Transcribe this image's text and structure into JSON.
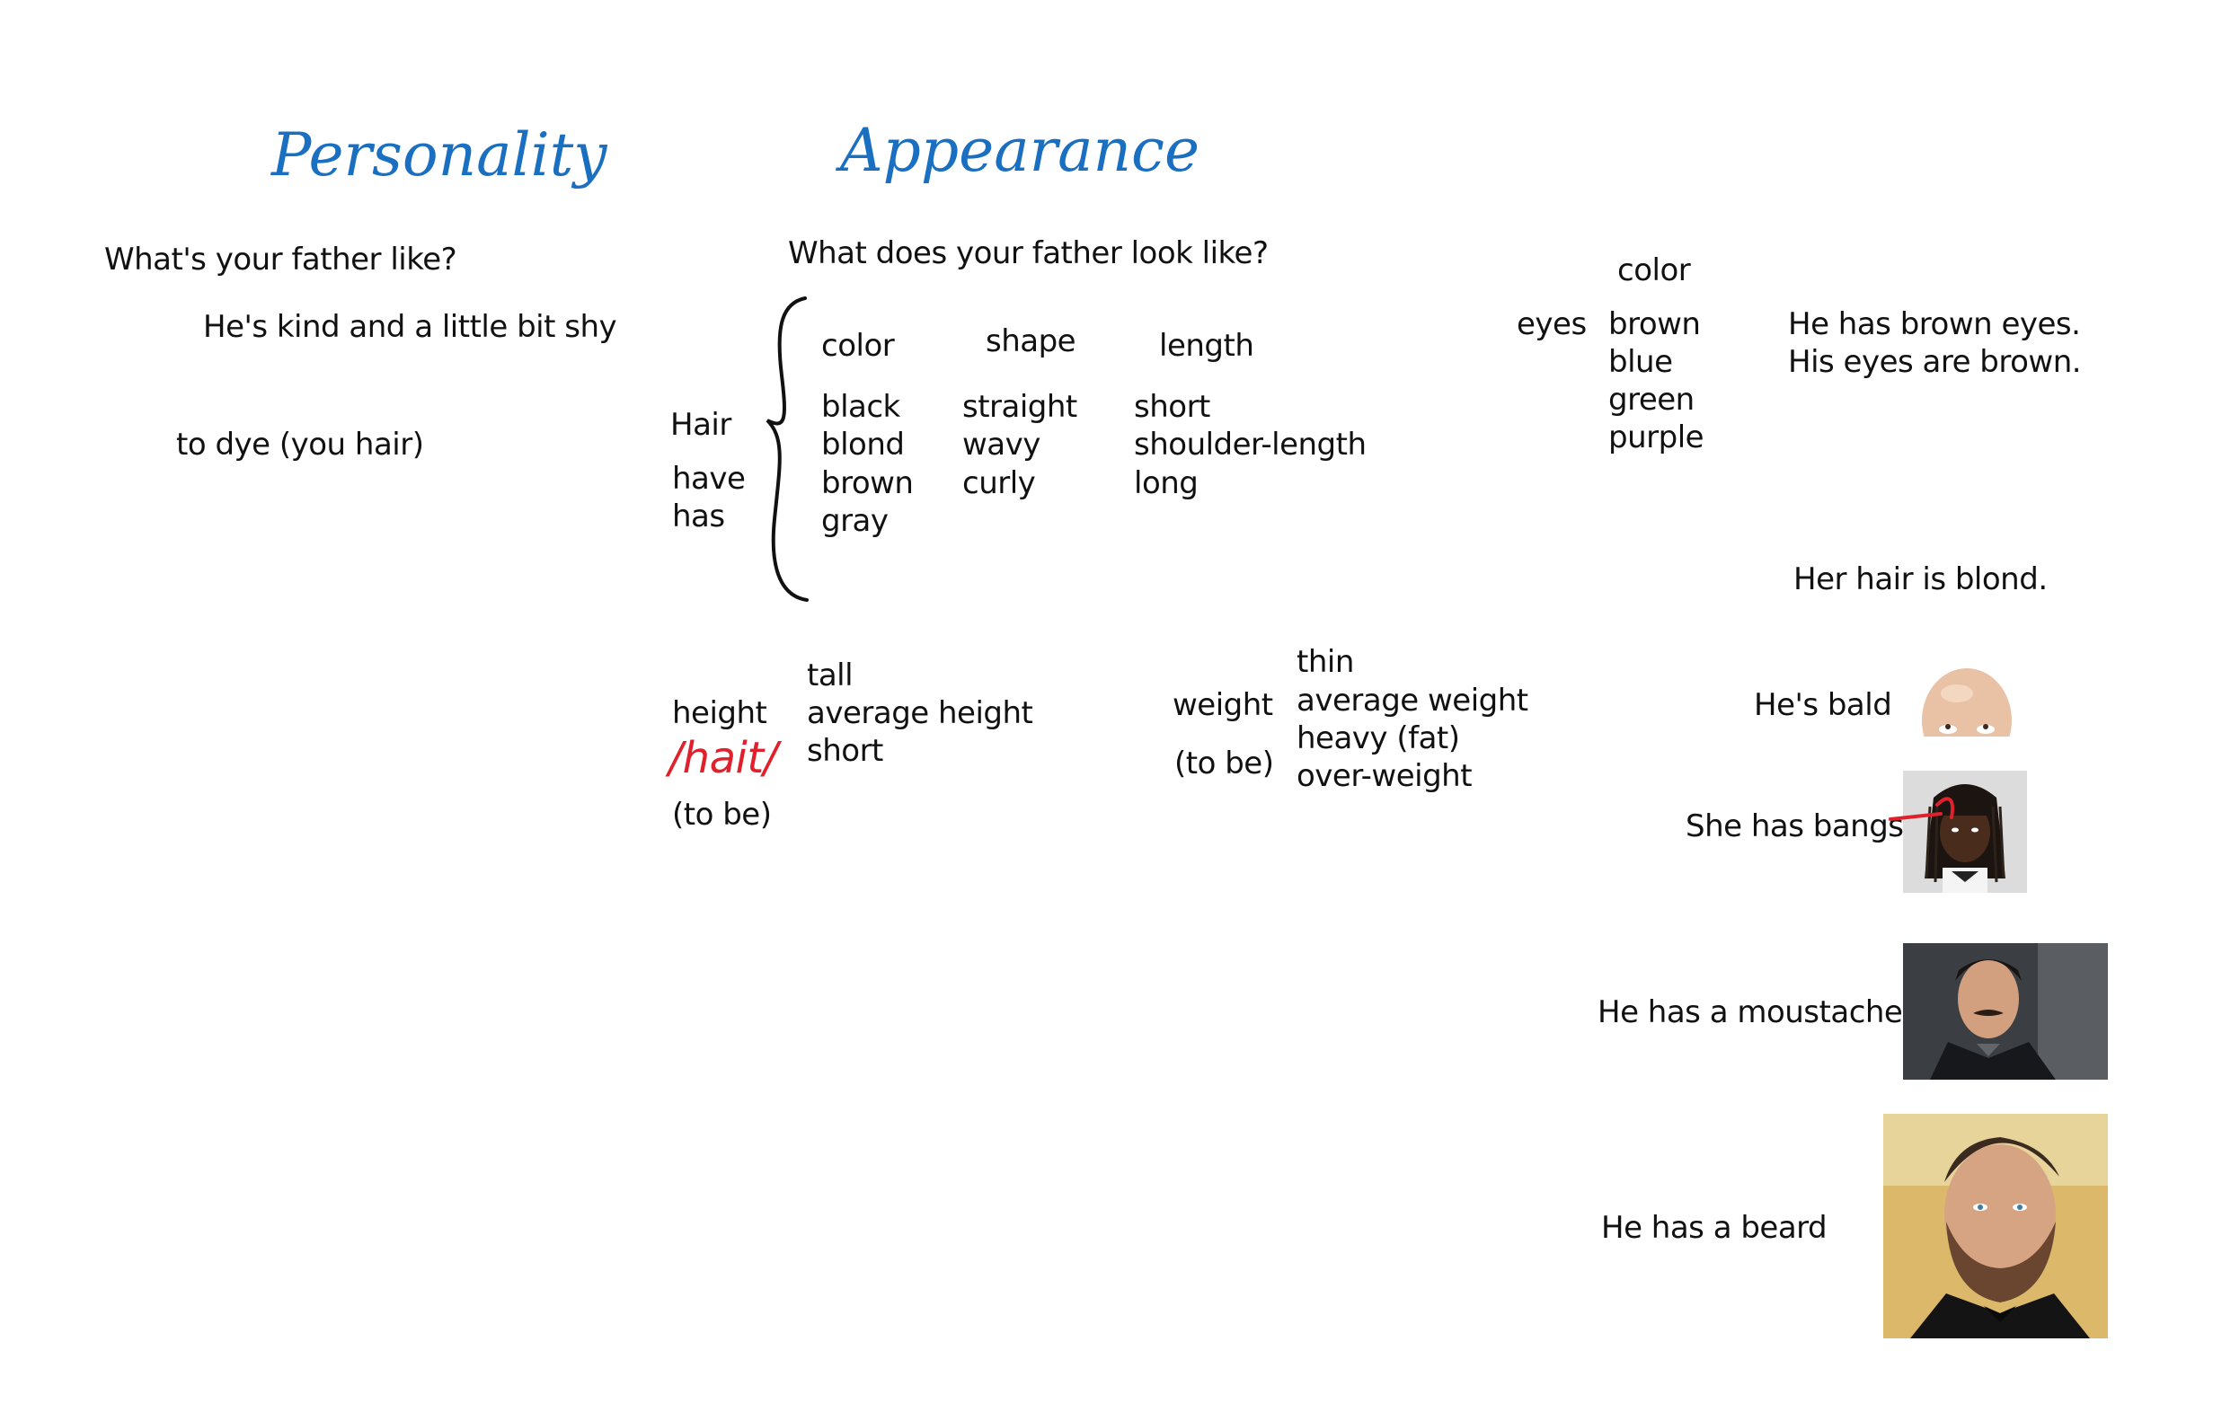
{
  "headings": {
    "personality": "Personality",
    "appearance": "Appearance"
  },
  "personality": {
    "question": "What's your father like?",
    "answer": "He's kind and a little bit shy",
    "dye": "to dye (you hair)"
  },
  "appearance": {
    "question": "What does your father look like?",
    "hair": {
      "label": "Hair",
      "verbs": [
        "have",
        "has"
      ],
      "headers": {
        "color": "color",
        "shape": "shape",
        "length": "length"
      },
      "colors": [
        "black",
        "blond",
        "brown",
        "gray"
      ],
      "shapes": [
        "straight",
        "wavy",
        "curly"
      ],
      "lengths": [
        "short",
        "shoulder-length",
        "long"
      ]
    },
    "height": {
      "label": "height",
      "phonetic": "/hait/",
      "verb": "(to be)",
      "values": [
        "tall",
        "average height",
        "short"
      ]
    },
    "weight": {
      "label": "weight",
      "verb": "(to be)",
      "values": [
        "thin",
        "average weight",
        "heavy (fat)",
        "over-weight"
      ]
    },
    "eyes": {
      "label": "eyes",
      "header": "color",
      "colors": [
        "brown",
        "blue",
        "green",
        "purple"
      ],
      "examples": [
        "He has brown eyes.",
        "His eyes are brown."
      ]
    },
    "sentences": {
      "hair_blond": "Her hair is blond.",
      "bald": "He's bald",
      "bangs": "She has bangs",
      "moustache": "He has a moustache",
      "beard": "He has a beard"
    }
  },
  "colors": {
    "heading": "#1a6fc0",
    "phonetic": "#e0202a",
    "ink": "#111111"
  },
  "photos": [
    "bald-head-photo",
    "bangs-photo",
    "moustache-photo",
    "beard-photo"
  ]
}
